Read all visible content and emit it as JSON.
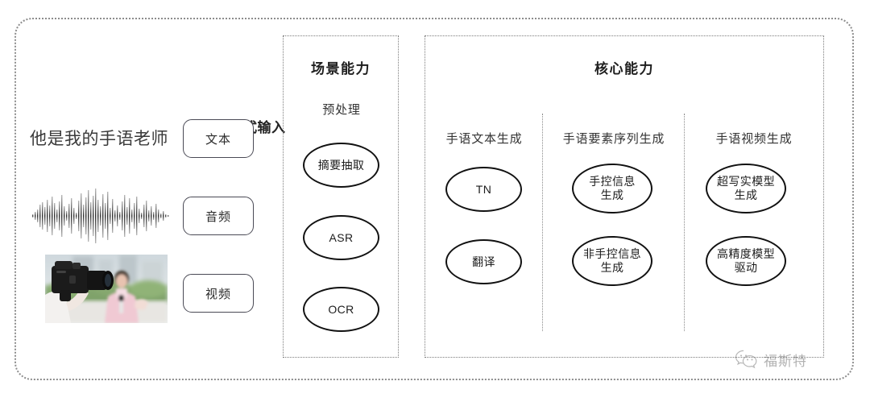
{
  "diagram": {
    "input": {
      "heading": "多种形式输入",
      "sample_sentence": "他是我的手语老师",
      "modalities": [
        {
          "label": "文本",
          "icon": "text-sentence"
        },
        {
          "label": "音频",
          "icon": "audio-waveform"
        },
        {
          "label": "视频",
          "icon": "video-thumbnail"
        }
      ]
    },
    "scene_panel": {
      "title": "场景能力",
      "group_title": "预处理",
      "nodes": [
        "摘要抽取",
        "ASR",
        "OCR"
      ]
    },
    "core_panel": {
      "title": "核心能力",
      "groups": [
        {
          "title": "手语文本生成",
          "nodes": [
            "TN",
            "翻译"
          ]
        },
        {
          "title": "手语要素序列生成",
          "nodes": [
            "手控信息\n生成",
            "非手控信息\n生成"
          ]
        },
        {
          "title": "手语视频生成",
          "nodes": [
            "超写实模型\n生成",
            "高精度模型\n驱动"
          ]
        }
      ]
    },
    "watermark": {
      "text": "福斯特",
      "icon": "wechat-logo"
    },
    "colors": {
      "frame_border": "#8d8d8d",
      "panel_border": "#7c7c7c",
      "node_border": "#111111",
      "text": "#2b2b2b",
      "background": "#ffffff"
    }
  }
}
